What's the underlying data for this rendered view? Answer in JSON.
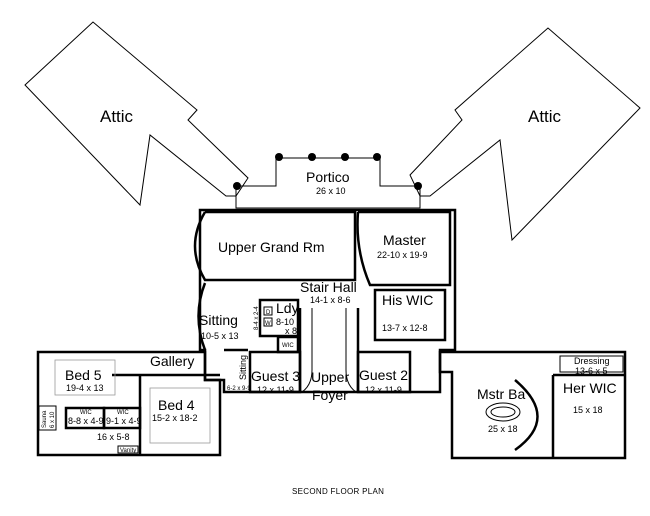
{
  "title": "SECOND FLOOR PLAN",
  "attic_left": {
    "label": "Attic"
  },
  "attic_right": {
    "label": "Attic"
  },
  "rooms": {
    "portico": {
      "name": "Portico",
      "size": "26 x 10"
    },
    "upper_grand_rm": {
      "name": "Upper Grand Rm"
    },
    "master": {
      "name": "Master",
      "size": "22-10 x 19-9"
    },
    "stair_hall": {
      "name": "Stair Hall",
      "size": "14-1 x 8-6"
    },
    "his_wic": {
      "name": "His WIC",
      "size": "13-7 x 12-8"
    },
    "sitting": {
      "name": "Sitting",
      "size": "10-5 x 13"
    },
    "ldy": {
      "name": "Ldy",
      "size": "8-10",
      "size2": "x 8",
      "d": "D",
      "w": "W"
    },
    "linen": {
      "size": "8-4 x 2-4"
    },
    "wic_guest3": {
      "name": "WIC"
    },
    "sitting_small": {
      "name": "Sitting",
      "size": "6-2 x 9-9"
    },
    "guest3": {
      "name": "Guest 3",
      "size": "12 x 11-9"
    },
    "upper_foyer": {
      "name": "Upper",
      "name2": "Foyer"
    },
    "guest2": {
      "name": "Guest 2",
      "size": "12 x 11-9"
    },
    "gallery": {
      "name": "Gallery"
    },
    "bed5": {
      "name": "Bed 5",
      "size": "19-4 x 13"
    },
    "bed4": {
      "name": "Bed 4",
      "size": "15-2 x 18-2"
    },
    "wic_bed5": {
      "name": "WIC",
      "size": "8-8 x 4-9"
    },
    "wic_bed4": {
      "name": "WIC",
      "size": "9-1 x 4-9"
    },
    "bath": {
      "size": "16 x 5-8",
      "vanity": "Vanity"
    },
    "sauna": {
      "name": "Sauna",
      "size": "6 x 10"
    },
    "mstr_ba": {
      "name": "Mstr Ba",
      "size": "25 x 18"
    },
    "dressing": {
      "name": "Dressing",
      "size": "13-6 x 5"
    },
    "her_wic": {
      "name": "Her WIC",
      "size": "15 x 18"
    }
  }
}
